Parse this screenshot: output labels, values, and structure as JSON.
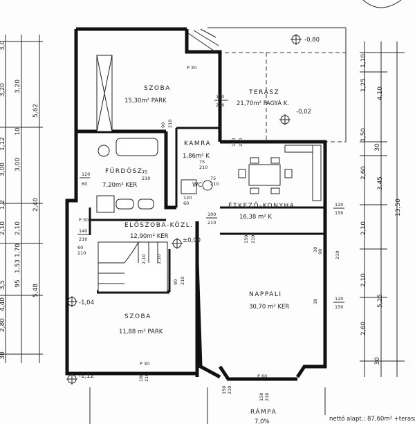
{
  "rooms": {
    "szoba_top": {
      "name": "SZOBA",
      "area": "15,30m² PARK"
    },
    "terasz": {
      "name": "TERASZ",
      "area": "21,70m² FAGYÁ K."
    },
    "kamra": {
      "name": "KAMRA",
      "area": "1,86m² K"
    },
    "furdo": {
      "name": "FÜRDŐSZ.",
      "area": "7,20m² KER"
    },
    "wc": {
      "name": "WC"
    },
    "etkezo": {
      "name": "ÉTKEZŐ-KONYHA",
      "area": "16,38 m² K"
    },
    "eloszoba": {
      "name": "ELŐSZOBA-KÖZL.",
      "area": "12,90m² KER"
    },
    "szoba_bottom": {
      "name": "SZOBA",
      "area": "11,88 m² PARK"
    },
    "nappali": {
      "name": "NAPPALI",
      "area": "30,70 m² KER"
    },
    "rampa": {
      "name": "RÁMPA",
      "area": "7,0%"
    }
  },
  "levels": {
    "top": "-0,80",
    "terasz": "-0,02",
    "entry": "±0,00",
    "left_low": "-1,04",
    "bottom_left": "-1,12"
  },
  "openings": [
    {
      "id": "o1",
      "top": "120",
      "bottom": "240"
    },
    {
      "id": "o2",
      "top": "90",
      "bottom": "210"
    },
    {
      "id": "o3",
      "top": "120",
      "bottom": "240"
    },
    {
      "id": "o4",
      "top": "75",
      "bottom": "210"
    },
    {
      "id": "o5",
      "top": "120",
      "bottom": "60"
    },
    {
      "id": "o6",
      "top": "75",
      "bottom": "210"
    },
    {
      "id": "o7",
      "top": "100",
      "bottom": "210"
    },
    {
      "id": "o8",
      "top": "140",
      "bottom": "210"
    },
    {
      "id": "o9",
      "top": "90",
      "bottom": "210"
    },
    {
      "id": "o10",
      "top": "120",
      "bottom": "150"
    },
    {
      "id": "o11",
      "top": "120",
      "bottom": "150"
    },
    {
      "id": "o12",
      "top": "90",
      "bottom": "210"
    },
    {
      "id": "o13",
      "top": "150",
      "bottom": "210"
    },
    {
      "id": "o14",
      "top": "120",
      "bottom": "60"
    },
    {
      "id": "o15",
      "top": "60",
      "bottom": "210"
    }
  ],
  "door_marks": {
    "p1": "P 30",
    "p2": "P 30",
    "p3": "P 60",
    "p4": "P 30"
  },
  "wall_labels": {
    "kamra_w": "75",
    "kamra_w2": "210",
    "stair_l": "2,10",
    "stair_r": "2,10",
    "misc1": "30",
    "misc2": "30",
    "misc3": "150",
    "misc4": "210",
    "misc5": "180",
    "misc6": "210",
    "misc7": "150",
    "misc8": "210"
  },
  "left_dims": {
    "outer": [
      "3,20",
      "3,00",
      "2,10",
      "5,48"
    ],
    "middle": [
      "5,62",
      "2,40",
      "1,70"
    ],
    "inner": [
      "3,0",
      "3,20",
      "1,12",
      "3,00",
      "2,10",
      "1,2",
      "3,5",
      "2,80",
      "4,40",
      "30",
      "1,53",
      "95",
      "10"
    ]
  },
  "right_dims": {
    "col1": [
      "1,10",
      "1,25",
      "1,50",
      "30",
      "2,60",
      "2,10",
      "2,10",
      "2,60",
      "30"
    ],
    "col2": [
      "4,10",
      "3,45",
      "5,25"
    ],
    "col3": [
      "13,50"
    ]
  },
  "footnote": "nettó alapt.: 87,60m² +terasz"
}
